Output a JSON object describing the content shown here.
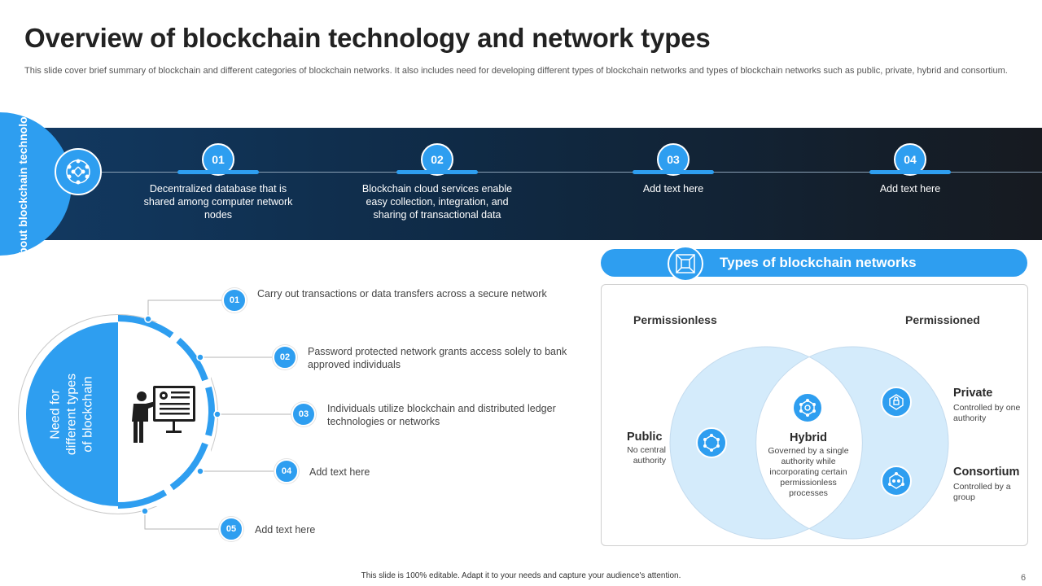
{
  "title": "Overview of blockchain technology and network types",
  "subtitle": "This slide cover brief summary of blockchain and different categories of blockchain networks. It also includes need for developing different types of blockchain networks and types of blockchain networks such as public, private, hybrid and consortium.",
  "about": {
    "label": "About blockchain technology",
    "icon": "network-nodes-icon",
    "steps": [
      {
        "num": "01",
        "text": "Decentralized database that is shared among computer network nodes"
      },
      {
        "num": "02",
        "text": "Blockchain cloud services enable easy collection, integration, and sharing of transactional data"
      },
      {
        "num": "03",
        "text": "Add text here"
      },
      {
        "num": "04",
        "text": "Add text here"
      }
    ]
  },
  "need": {
    "label": "Need for different types of blockchain",
    "icon": "presenter-screen-icon",
    "items": [
      {
        "num": "01",
        "text": "Carry out transactions or data transfers across a secure network"
      },
      {
        "num": "02",
        "text": "Password protected network grants access solely to bank approved  individuals"
      },
      {
        "num": "03",
        "text": "Individuals  utilize blockchain and distributed ledger technologies or networks"
      },
      {
        "num": "04",
        "text": "Add text here"
      },
      {
        "num": "05",
        "text": "Add text here"
      }
    ]
  },
  "types": {
    "header": "Types of blockchain networks",
    "icon": "blockchain-cube-icon",
    "permissionless": "Permissionless",
    "permissioned": "Permissioned",
    "public": {
      "label": "Public",
      "desc": "No central authority"
    },
    "hybrid": {
      "label": "Hybrid",
      "desc": "Governed by a single authority while incorporating certain permissionless processes"
    },
    "private": {
      "label": "Private",
      "desc": "Controlled by one authority"
    },
    "consortium": {
      "label": "Consortium",
      "desc": "Controlled by a group"
    }
  },
  "footer": "This slide is 100% editable.  Adapt it to your needs and capture your audience's attention.",
  "page_number": "6",
  "colors": {
    "accent": "#2e9ef0",
    "band_dark": "#123a63",
    "venn_fill": "#d4ebfb"
  }
}
